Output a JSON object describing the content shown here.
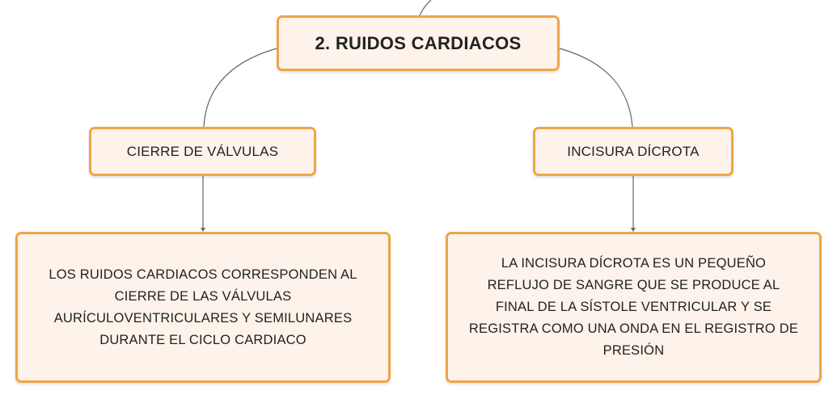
{
  "root": {
    "title": "2. RUIDOS CARDIACOS"
  },
  "branches": [
    {
      "topic": "CIERRE DE VÁLVULAS",
      "detail": "LOS RUIDOS CARDIACOS CORRESPONDEN AL\nCIERRE DE LAS VÁLVULAS\nAURÍCULOVENTRICULARES Y SEMILUNARES\nDURANTE EL CICLO CARDIACO"
    },
    {
      "topic": "INCISURA DÍCROTA",
      "detail": "LA INCISURA DÍCROTA ES UN PEQUEÑO\nREFLUJO DE SANGRE QUE SE PRODUCE AL\nFINAL DE LA SÍSTOLE VENTRICULAR Y SE\nREGISTRA COMO UNA ONDA EN EL REGISTRO DE\nPRESIÓN"
    }
  ],
  "colors": {
    "node_border": "#f0a546",
    "node_fill": "#fdf3ea",
    "connector": "#666666"
  }
}
